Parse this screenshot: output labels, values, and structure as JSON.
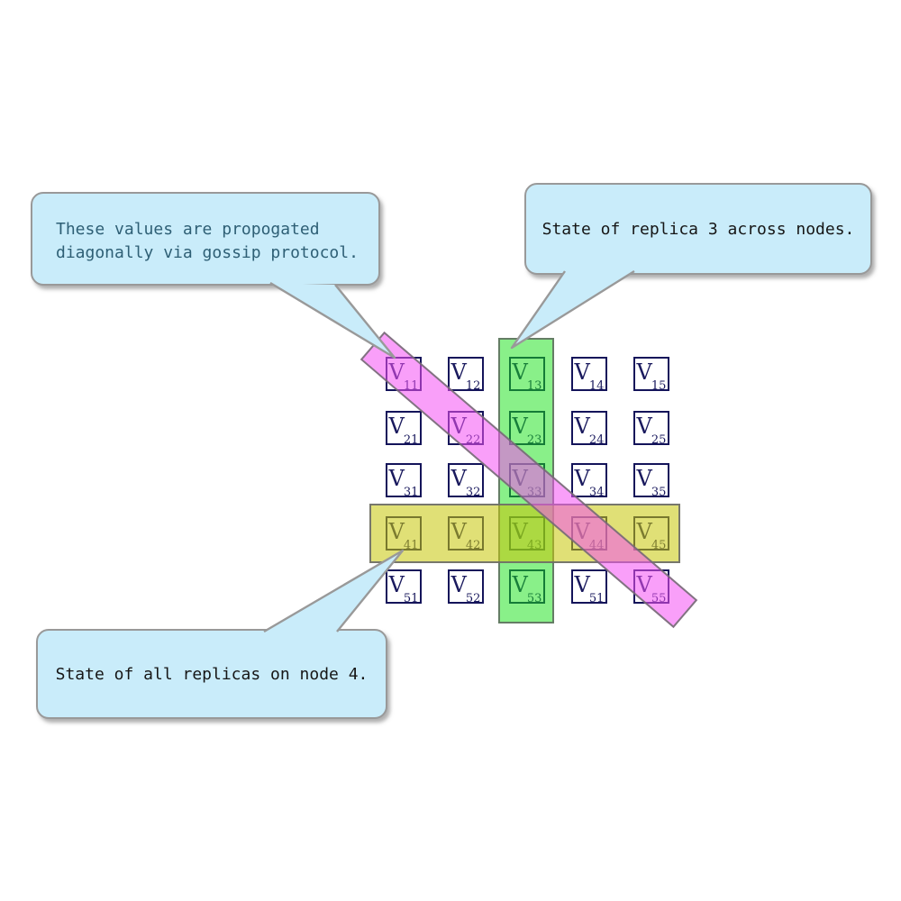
{
  "colors": {
    "green_highlight_fill": "rgba(20,225,20,0.50)",
    "yellow_highlight_fill": "rgba(200,200,10,0.56)",
    "pink_highlight_fill": "rgba(244,80,244,0.55)",
    "callout_fill": "#C9ECFA",
    "callout_text": "#161616",
    "callout1_text": "#2E5F75",
    "cell_border": "#14145A",
    "cell_text": "#1A1A5E",
    "green_rendered_hex": "#90EE8E",
    "yellow_rendered_hex": "#E3E380",
    "pink_rendered_hex": "#F9A0F9"
  },
  "callouts": {
    "gossip": {
      "lines": [
        "These values are propogated",
        "diagonally via gossip protocol."
      ]
    },
    "replica3": {
      "lines": [
        "State of replica 3 across nodes."
      ]
    },
    "node4": {
      "lines": [
        "State of all replicas on node 4."
      ]
    }
  },
  "matrix": {
    "rows": 5,
    "cols": 5,
    "value_base": "V",
    "subscripts": [
      [
        "11",
        "12",
        "13",
        "14",
        "15"
      ],
      [
        "21",
        "22",
        "23",
        "24",
        "25"
      ],
      [
        "31",
        "32",
        "33",
        "34",
        "35"
      ],
      [
        "41",
        "42",
        "43",
        "44",
        "45"
      ],
      [
        "51",
        "52",
        "53",
        "51",
        "55"
      ]
    ],
    "highlights": {
      "green_column": "column 3 (replica 3 across nodes)",
      "yellow_row": "row 4 (all replicas on node 4)",
      "pink_diagonal": "diagonal cells V11,V22,V33,V44,V55 (gossip propagation)"
    }
  }
}
